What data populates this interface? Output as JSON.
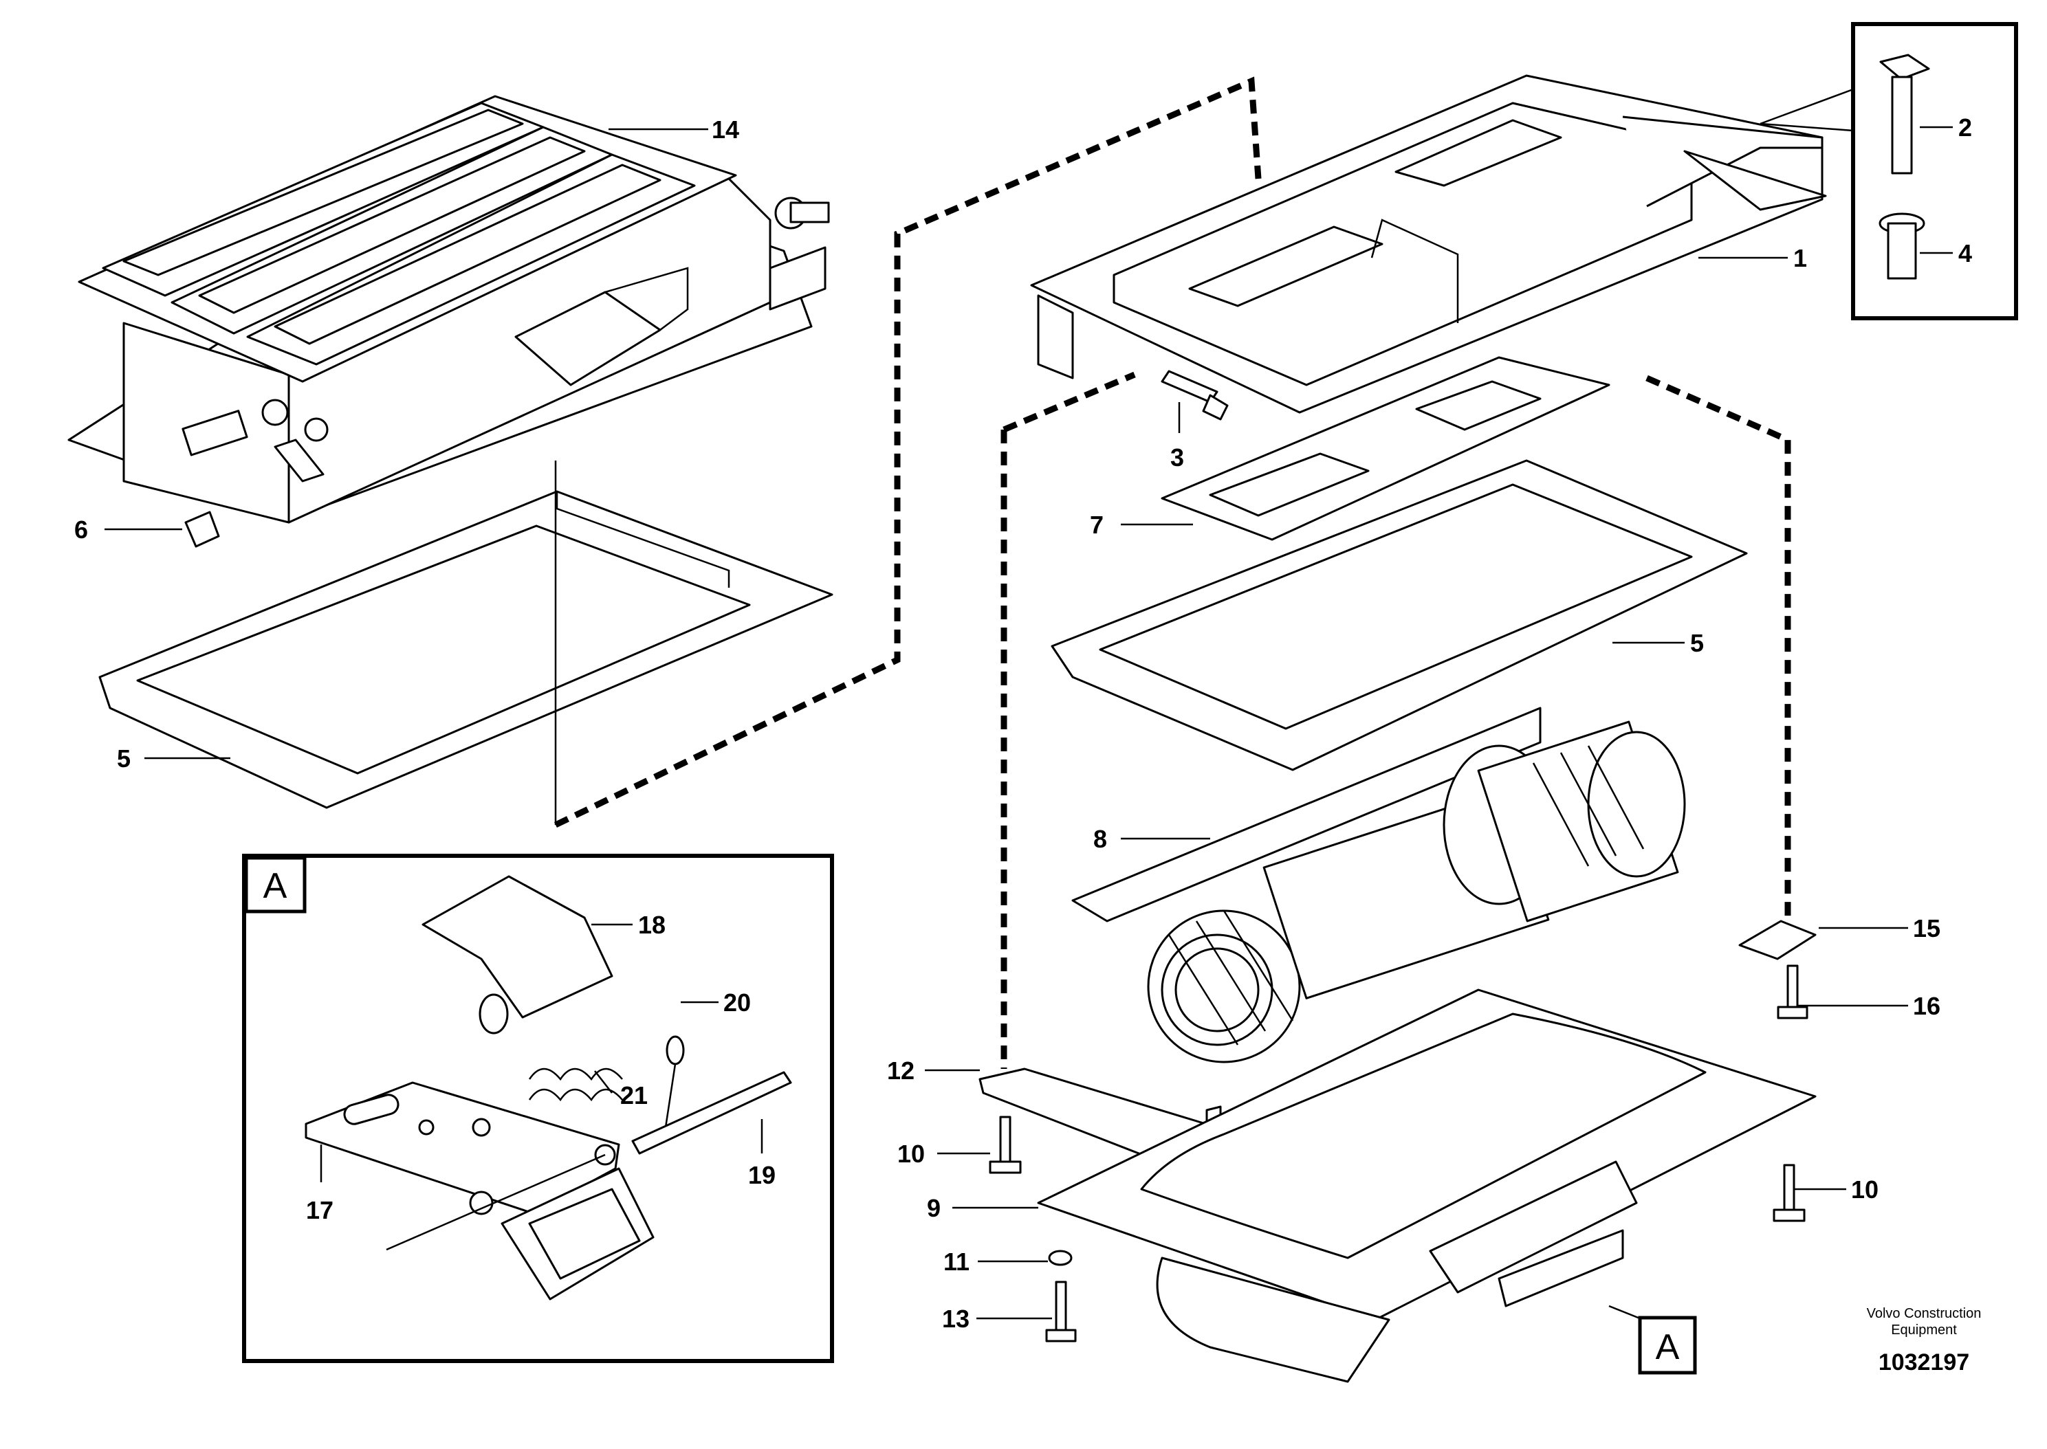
{
  "callouts": {
    "c1": "1",
    "c2": "2",
    "c3": "3",
    "c4": "4",
    "c5a": "5",
    "c5b": "5",
    "c6": "6",
    "c7": "7",
    "c8": "8",
    "c9": "9",
    "c10a": "10",
    "c10b": "10",
    "c11": "11",
    "c12": "12",
    "c13": "13",
    "c14": "14",
    "c15": "15",
    "c16": "16",
    "c17": "17",
    "c18": "18",
    "c19": "19",
    "c20": "20",
    "c21": "21"
  },
  "detail_label": "A",
  "detail_ref_label": "A",
  "credit": {
    "line1": "Volvo Construction",
    "line2": "Equipment"
  },
  "doc_number": "1032197"
}
